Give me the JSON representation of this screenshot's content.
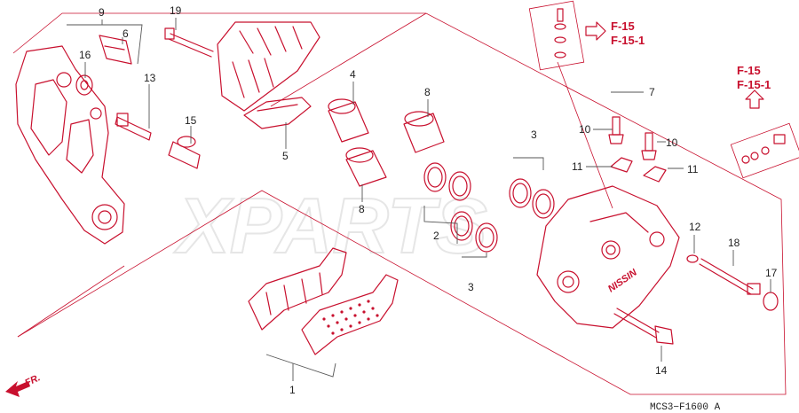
{
  "diagram": {
    "watermark": "XPARTS",
    "drawing_code": "MCS3−F1600 A",
    "front_marker": "FR.",
    "colors": {
      "line": "#c8102e",
      "text": "#222222",
      "watermark": "#e6e6e6"
    },
    "references": {
      "top": {
        "line1": "F-15",
        "line2": "F-15-1"
      },
      "right": {
        "line1": "F-15",
        "line2": "F-15-1"
      }
    },
    "callouts": {
      "c9": "9",
      "c6": "6",
      "c16": "16",
      "c13": "13",
      "c19": "19",
      "c15": "15",
      "c4": "4",
      "c5": "5",
      "c8a": "8",
      "c8b": "8",
      "c3a": "3",
      "c2": "2",
      "c3b": "3",
      "c7": "7",
      "c10a": "10",
      "c10b": "10",
      "c11a": "11",
      "c11b": "11",
      "c12": "12",
      "c18": "18",
      "c17": "17",
      "c14": "14",
      "c1": "1"
    }
  }
}
